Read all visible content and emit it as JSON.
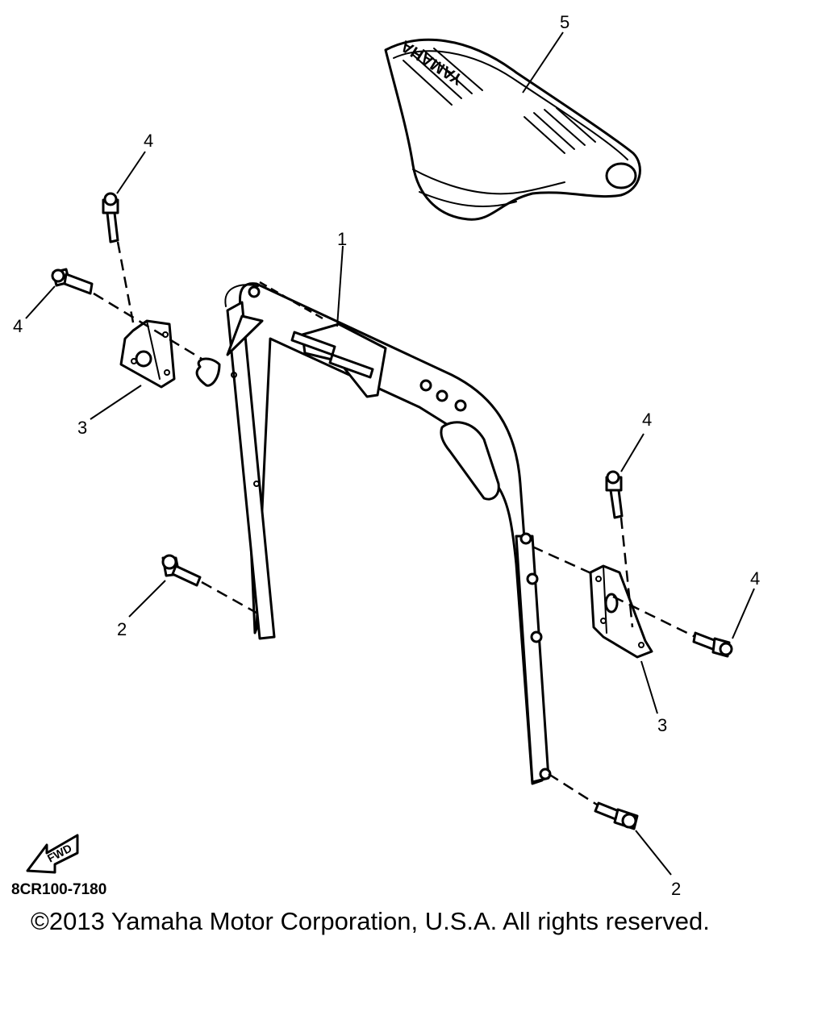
{
  "callouts": {
    "handlebar": "1",
    "bolt_lower_left": "2",
    "bolt_lower_right": "2",
    "holder_left": "3",
    "holder_right": "3",
    "bolt_top_left": "4",
    "bolt_side_left": "4",
    "bolt_top_right": "4",
    "bolt_side_right": "4",
    "pad": "5"
  },
  "pad_brand": "YAMAHA",
  "fwd_label": "FWD",
  "part_code": "8CR100-7180",
  "copyright": "©2013 Yamaha Motor Corporation, U.S.A. All rights reserved."
}
